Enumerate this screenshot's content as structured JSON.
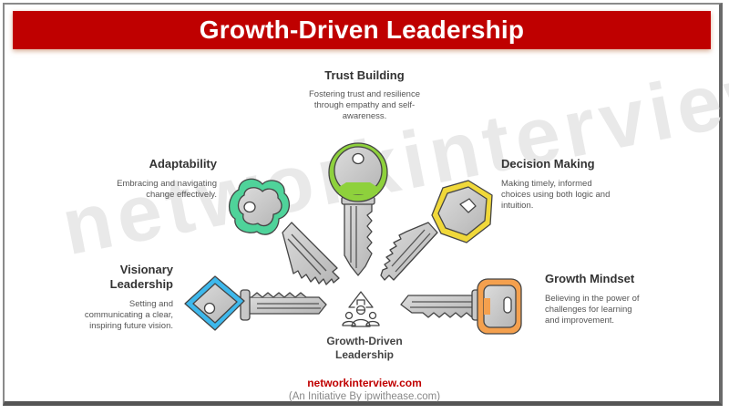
{
  "header": {
    "title": "Growth-Driven Leadership"
  },
  "watermark": "networkinterview.com",
  "center": {
    "label": "Growth-Driven Leadership",
    "icon": "growth-team-icon"
  },
  "items": [
    {
      "title": "Trust Building",
      "description": "Fostering trust and resilience through empathy and self-awareness.",
      "key_color": "#8ed13c",
      "key_shape": "round"
    },
    {
      "title": "Adaptability",
      "description": "Embracing and navigating change effectively.",
      "key_color": "#4fd39a",
      "key_shape": "cloud"
    },
    {
      "title": "Decision Making",
      "description": "Making timely, informed choices using both logic and intuition.",
      "key_color": "#f0d83a",
      "key_shape": "hexagon"
    },
    {
      "title": "Visionary Leadership",
      "description": "Setting and communicating a clear, inspiring future vision.",
      "key_color": "#3db8ec",
      "key_shape": "diamond"
    },
    {
      "title": "Growth Mindset",
      "description": "Believing in the power of challenges for learning and improvement.",
      "key_color": "#f4a04e",
      "key_shape": "rounded-rect"
    }
  ],
  "footer": {
    "site": "networkinterview.com",
    "tagline": "(An Initiative By ipwithease.com)"
  },
  "colors": {
    "title_bg": "#bf0000",
    "site_text": "#c00000",
    "key_metal": "#c9c9c9",
    "outline": "#444444"
  }
}
